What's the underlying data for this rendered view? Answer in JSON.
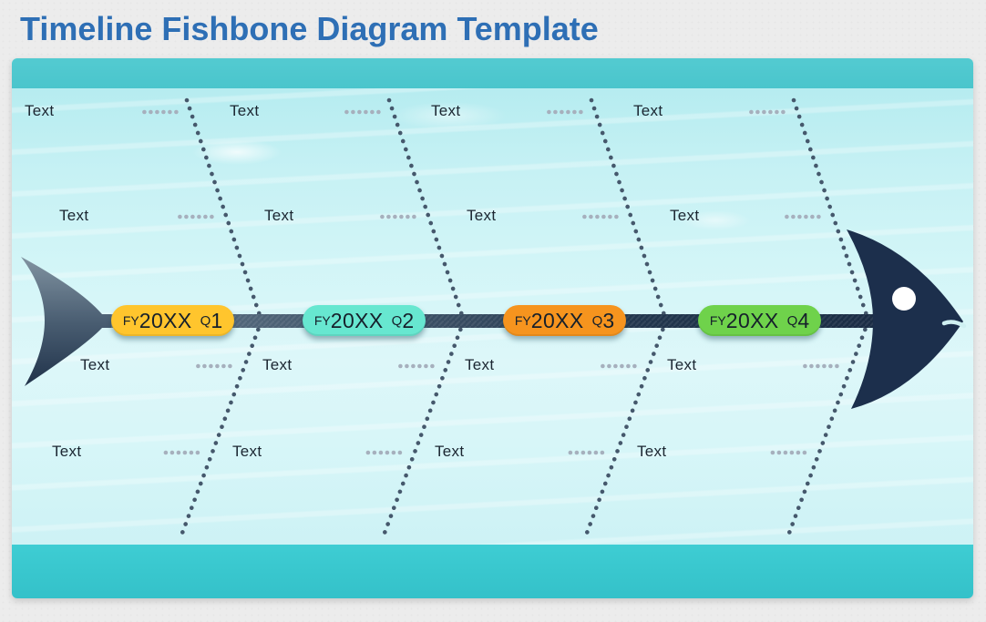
{
  "page": {
    "title": "Timeline Fishbone Diagram Template"
  },
  "colors": {
    "title_text": "#2E6FB5",
    "page_background": "#ECECEC",
    "water_top_band": "#53CBD1",
    "water_bottom_band": "#3ECDD3",
    "fish_body": "#1C2F4C",
    "spine_left": "#64798A",
    "spine_right": "#1B2D45",
    "rib_dot": "#45586C",
    "leader_dot": "#A6B0BD",
    "label_text": "#1B2631",
    "pill_text": "#16202B",
    "eye": "#FFFFFF"
  },
  "milestones": [
    {
      "fy": "FY",
      "year": "20XX",
      "q": "Q",
      "num": "1",
      "color": "#FFC52D"
    },
    {
      "fy": "FY",
      "year": "20XX",
      "q": "Q",
      "num": "2",
      "color": "#67E7D0"
    },
    {
      "fy": "FY",
      "year": "20XX",
      "q": "Q",
      "num": "3",
      "color": "#F6941E"
    },
    {
      "fy": "FY",
      "year": "20XX",
      "q": "Q",
      "num": "4",
      "color": "#6FD24B"
    }
  ],
  "labels": {
    "row1": [
      "Text",
      "Text",
      "Text",
      "Text"
    ],
    "row2": [
      "Text",
      "Text",
      "Text",
      "Text"
    ],
    "row3": [
      "Text",
      "Text",
      "Text",
      "Text"
    ],
    "row4": [
      "Text",
      "Text",
      "Text",
      "Text"
    ]
  }
}
